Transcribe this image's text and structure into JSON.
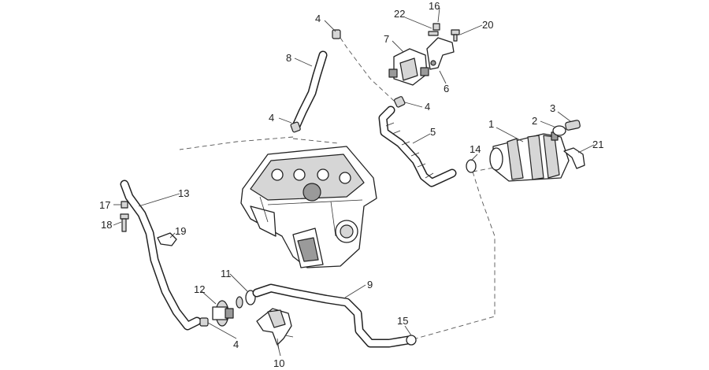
{
  "diagram": {
    "callouts": [
      {
        "id": "c1",
        "text": "1"
      },
      {
        "id": "c2",
        "text": "2"
      },
      {
        "id": "c3",
        "text": "3"
      },
      {
        "id": "c4a",
        "text": "4"
      },
      {
        "id": "c4b",
        "text": "4"
      },
      {
        "id": "c4c",
        "text": "4"
      },
      {
        "id": "c4d",
        "text": "4"
      },
      {
        "id": "c5",
        "text": "5"
      },
      {
        "id": "c6",
        "text": "6"
      },
      {
        "id": "c7",
        "text": "7"
      },
      {
        "id": "c8",
        "text": "8"
      },
      {
        "id": "c9",
        "text": "9"
      },
      {
        "id": "c10",
        "text": "10"
      },
      {
        "id": "c11",
        "text": "11"
      },
      {
        "id": "c12",
        "text": "12"
      },
      {
        "id": "c13",
        "text": "13"
      },
      {
        "id": "c14",
        "text": "14"
      },
      {
        "id": "c15",
        "text": "15"
      },
      {
        "id": "c16",
        "text": "16"
      },
      {
        "id": "c17",
        "text": "17"
      },
      {
        "id": "c18",
        "text": "18"
      },
      {
        "id": "c19",
        "text": "19"
      },
      {
        "id": "c20",
        "text": "20"
      },
      {
        "id": "c21",
        "text": "21"
      },
      {
        "id": "c22",
        "text": "22"
      }
    ]
  }
}
